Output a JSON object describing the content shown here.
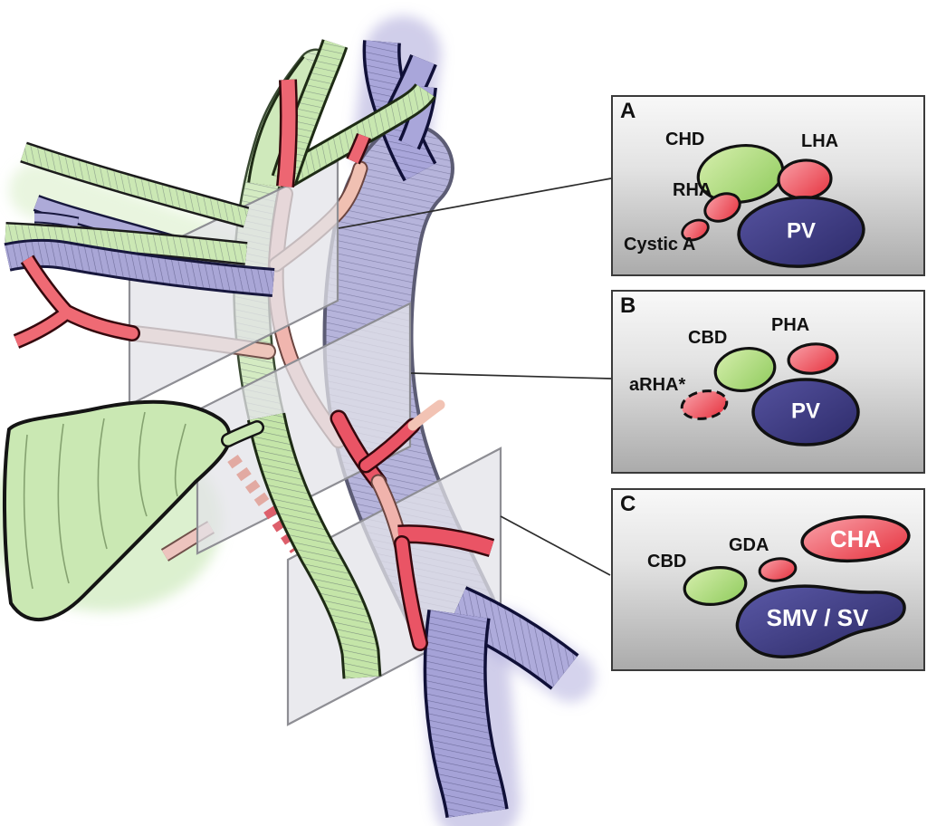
{
  "panels": [
    {
      "label": "A",
      "structures": [
        {
          "label": "CHD"
        },
        {
          "label": "LHA"
        },
        {
          "label": "RHA"
        },
        {
          "label": "Cystic A"
        },
        {
          "label": "PV"
        }
      ]
    },
    {
      "label": "B",
      "structures": [
        {
          "label": "CBD"
        },
        {
          "label": "PHA"
        },
        {
          "label": "aRHA*"
        },
        {
          "label": "PV"
        }
      ]
    },
    {
      "label": "C",
      "structures": [
        {
          "label": "CBD"
        },
        {
          "label": "GDA"
        },
        {
          "label": "CHA"
        },
        {
          "label": "SMV / SV"
        }
      ]
    }
  ],
  "colors": {
    "bile_duct_green": "#a8d878",
    "artery_red": "#e8455a",
    "portal_vein_blue": "#38367e",
    "plane_gray": "#e3e3e8",
    "panel_border": "#3a3a3a"
  }
}
